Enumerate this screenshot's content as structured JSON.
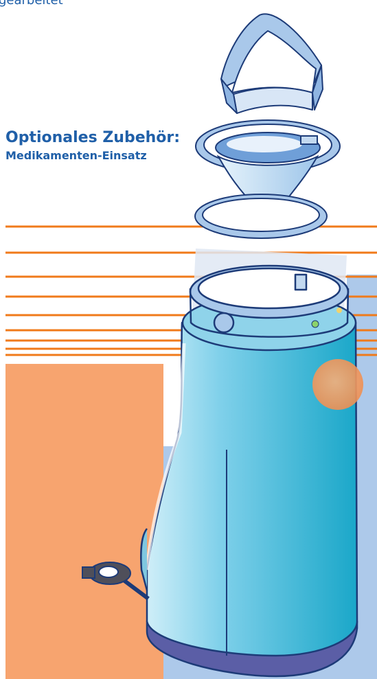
{
  "page": {
    "top_cut_text": "gearbeitet",
    "heading": "Optionales Zubehör:",
    "subheading": "Medikamenten-Einsatz"
  },
  "illustration": {
    "subject": "nebulizer-parts",
    "parts": [
      "cap",
      "medication-insert",
      "seal-ring",
      "nebulizer-body",
      "cable-plug"
    ]
  },
  "colors": {
    "text_blue": "#1f5fa8",
    "orange_line": "#f07a1a",
    "orange_block": "#f7a46f",
    "light_blue_block": "#adc9ea",
    "body_blue": "#4fbfdd",
    "body_blue_light": "#a9def0",
    "base_purple": "#5b5ea6",
    "outline": "#1d3b78"
  }
}
